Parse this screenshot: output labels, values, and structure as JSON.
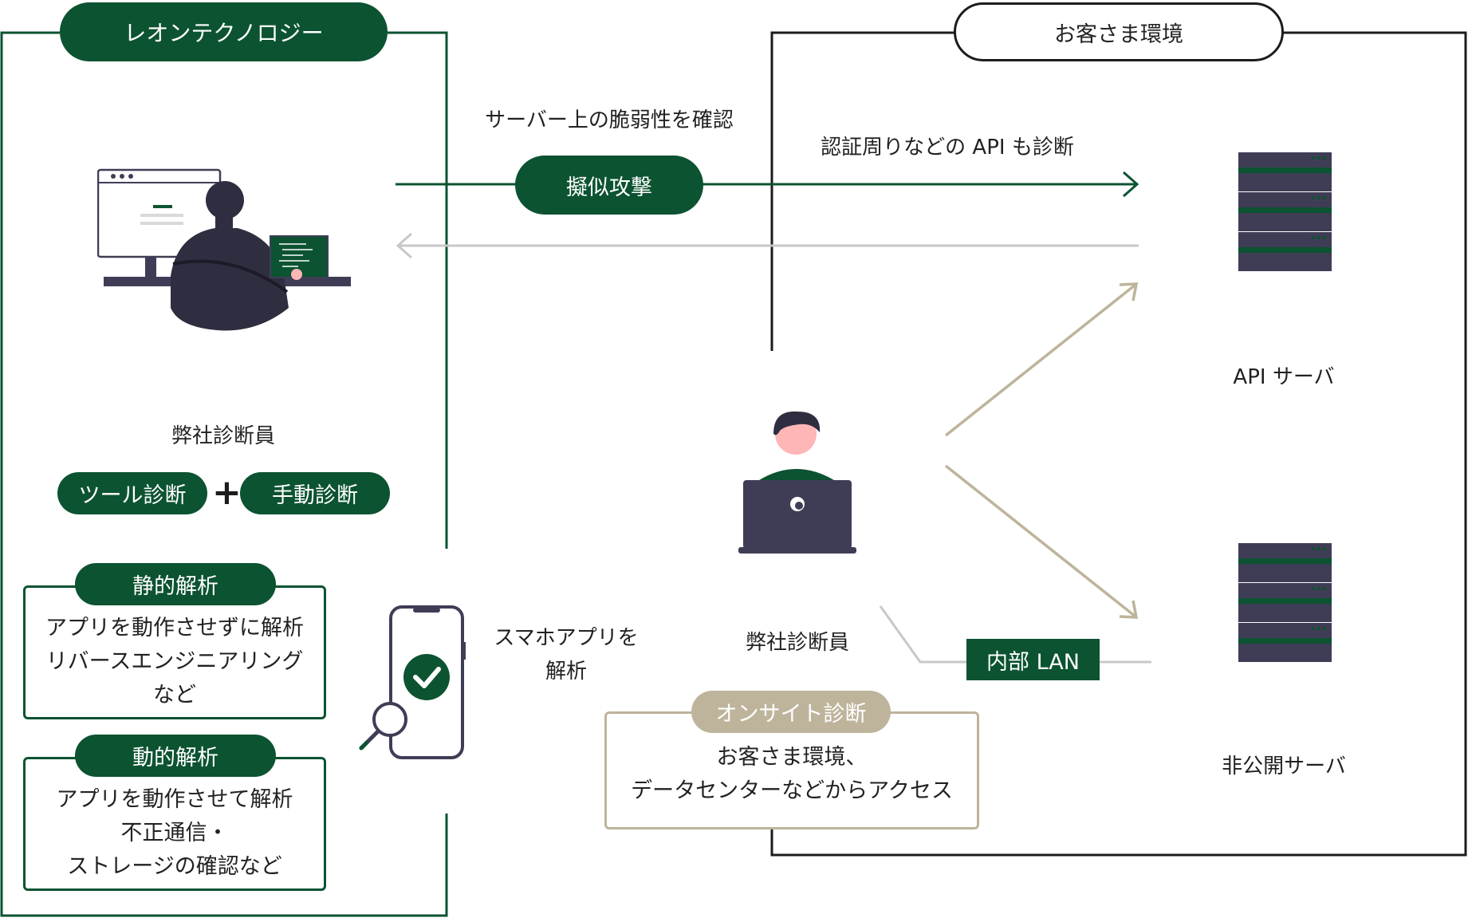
{
  "left_section": {
    "title": "レオンテクノロジー"
  },
  "right_section": {
    "title": "お客さま環境"
  },
  "top_flow": {
    "caption_left": "サーバー上の脆弱性を確認",
    "attack_label": "擬似攻撃",
    "caption_right": "認証周りなどの API も診断"
  },
  "left_staff": {
    "label": "弊社診断員",
    "tool_label": "ツール診断",
    "plus": "+",
    "manual_label": "手動診断"
  },
  "static_analysis": {
    "title": "静的解析",
    "lines": [
      "アプリを動作させずに解析",
      "リバースエンジニアリング",
      "など"
    ]
  },
  "dynamic_analysis": {
    "title": "動的解析",
    "lines": [
      "アプリを動作させて解析",
      "不正通信・",
      "ストレージの確認など"
    ]
  },
  "smartphone": {
    "lines": [
      "スマホアプリを",
      "解析"
    ]
  },
  "onsite_staff": {
    "label": "弊社診断員"
  },
  "internal_lan": {
    "label": "内部 LAN"
  },
  "onsite": {
    "title": "オンサイト診断",
    "lines": [
      "お客さま環境、",
      "データセンターなどからアクセス"
    ]
  },
  "servers": {
    "api_label": "API サーバ",
    "private_label": "非公開サーバ"
  },
  "colors": {
    "brand_green": "#0c5331",
    "server_dark": "#3f3d56",
    "person_dark": "#2f2e41",
    "tan": "#bdb49b",
    "return_gray": "#c8c8c8"
  },
  "icons": [
    "browser-window-icon",
    "hacker-person-icon",
    "code-laptop-icon",
    "person-laptop-icon",
    "server-rack-icon",
    "smartphone-check-icon",
    "magnifier-icon"
  ]
}
